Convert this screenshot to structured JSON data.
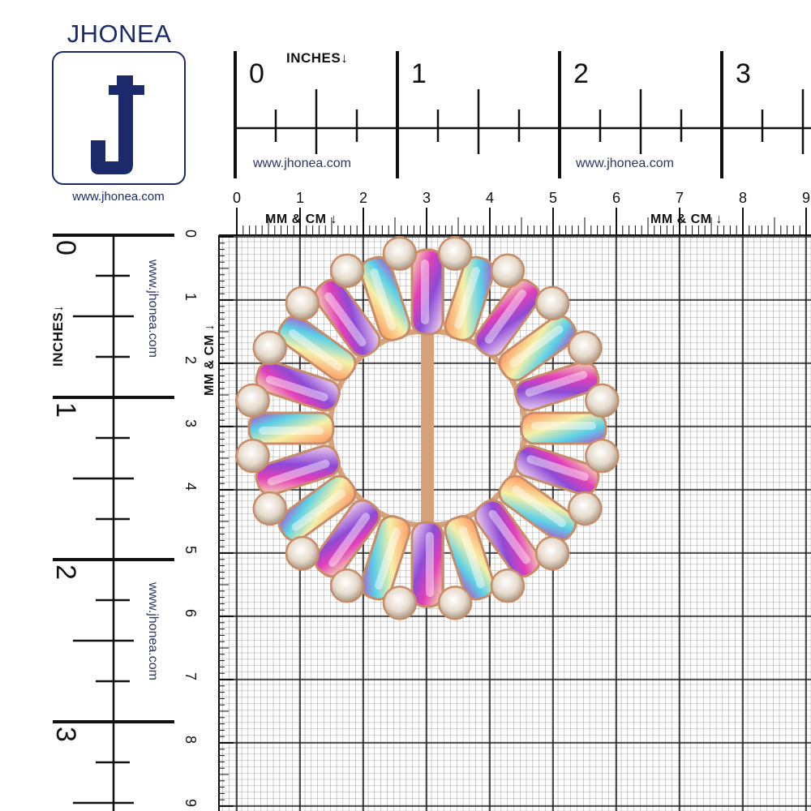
{
  "brand": {
    "name": "JHONEA",
    "logo_letter": "J",
    "website": "www.jhonea.com",
    "color": "#1c2a6b"
  },
  "ruler_inches_top": {
    "label": "INCHES",
    "arrow": "↓",
    "numbers": [
      "0",
      "1",
      "2",
      "3"
    ],
    "watermark": "www.jhonea.com"
  },
  "ruler_inches_left": {
    "label": "INCHES",
    "arrow": "↓",
    "numbers": [
      "0",
      "1",
      "2",
      "3"
    ],
    "watermark": "www.jhonea.com"
  },
  "ruler_cm_top": {
    "label": "MM & CM",
    "arrow": "↓",
    "numbers": [
      "0",
      "1",
      "2",
      "3",
      "4",
      "5",
      "6",
      "7",
      "8",
      "9"
    ]
  },
  "ruler_cm_left": {
    "label": "MM & CM",
    "arrow": "↓",
    "numbers": [
      "0",
      "1",
      "2",
      "3",
      "4",
      "5",
      "6",
      "7",
      "8",
      "9"
    ]
  },
  "product": {
    "stone_colors": [
      "#e23fb8",
      "#8d4ad6",
      "#f6f0a8",
      "#ff8c5a",
      "#5ad0e8"
    ],
    "metal_color": "#d6a27c",
    "rhinestone_color": "#ede3d6"
  }
}
